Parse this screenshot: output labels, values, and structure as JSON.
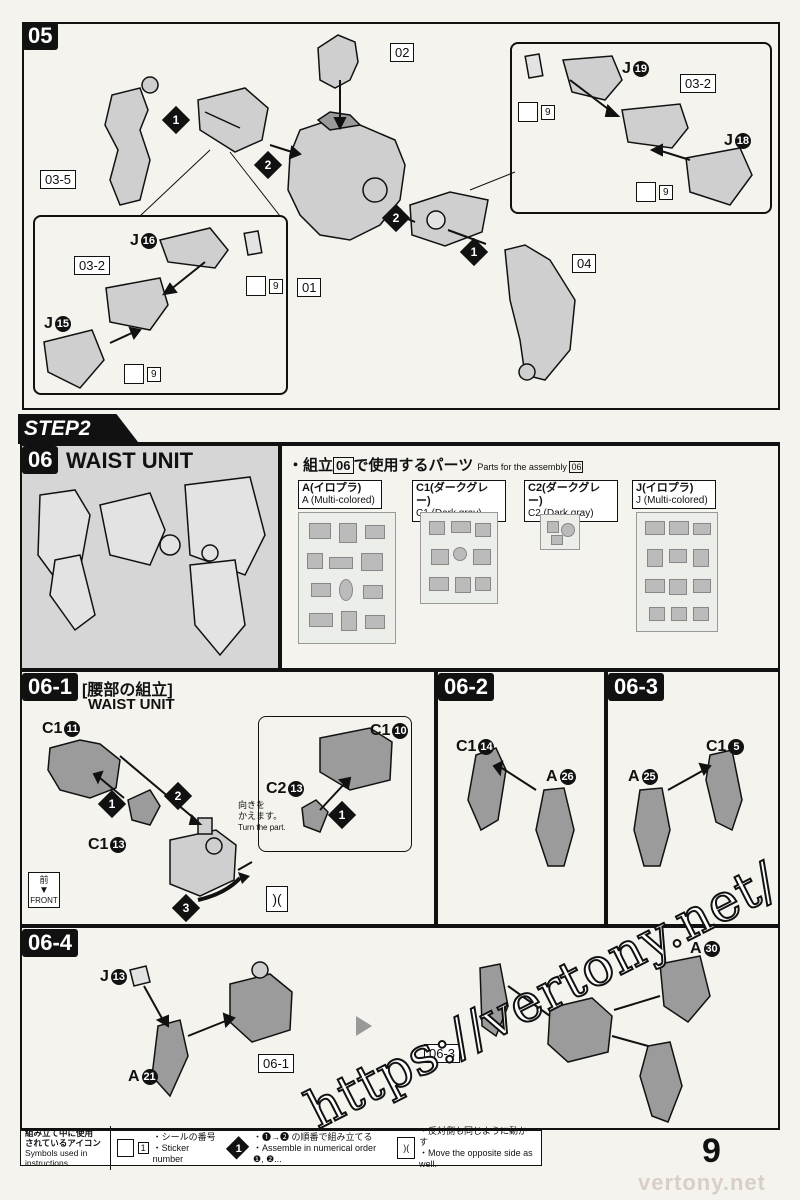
{
  "step05": {
    "number": "05",
    "tags": {
      "p0302_inset": "03-2",
      "p02": "02",
      "p0302_right": "03-2",
      "p035": "03-5",
      "p01": "01",
      "p04": "04",
      "p0302_left": "03-2"
    },
    "labels": {
      "j19": "J",
      "j19n": "19",
      "j18": "J",
      "j18n": "18",
      "j16": "J",
      "j16n": "16",
      "j15": "J",
      "j15n": "15"
    },
    "sticker_num": "9",
    "order": [
      "1",
      "2",
      "1",
      "2"
    ]
  },
  "step2": {
    "banner": "STEP2",
    "unit_number": "06",
    "unit_title": "WAIST UNIT",
    "parts_title_jp": "組立",
    "parts_title_num": "06",
    "parts_title_jp2": "で使用するパーツ",
    "parts_title_en": "Parts for the assembly",
    "parts_title_en_num": "06",
    "runners": [
      {
        "name": "A(イロプラ)",
        "desc": "A (Multi-colored)"
      },
      {
        "name": "C1(ダークグレー)",
        "desc": "C1 (Dark gray)"
      },
      {
        "name": "C2(ダークグレー)",
        "desc": "C2 (Dark gray)"
      },
      {
        "name": "J(イロプラ)",
        "desc": "J (Multi-colored)"
      }
    ]
  },
  "step061": {
    "number": "06-1",
    "title_jp": "[腰部の組立]",
    "title_en": "WAIST UNIT",
    "labels": {
      "c1_11": "C1",
      "n11": "11",
      "c1_13": "C1",
      "n13": "13",
      "c1_10": "C1",
      "n10": "10",
      "c2_13": "C2",
      "n13b": "13"
    },
    "turn_jp": "向きを\nかえます。",
    "turn_en": "Turn the part.",
    "front": "FRONT",
    "front_jp": "前",
    "order": [
      "1",
      "2",
      "1",
      "3"
    ]
  },
  "step062": {
    "number": "06-2",
    "labels": {
      "c1": "C1",
      "n14": "14",
      "a": "A",
      "n26": "26"
    }
  },
  "step063": {
    "number": "06-3",
    "labels": {
      "c1": "C1",
      "n5": "5",
      "a": "A",
      "n25": "25"
    }
  },
  "step064": {
    "number": "06-4",
    "labels": {
      "j": "J",
      "n13": "13",
      "a": "A",
      "n21": "21",
      "a2": "A",
      "n30": "30"
    },
    "ref_tag": "06-1",
    "ref_tag2": "06-3"
  },
  "footer": {
    "legend_jp": "組み立て中に使用\nされているアイコン",
    "legend_en": "Symbols used in instructions",
    "sticker_jp": "・シールの番号",
    "sticker_en": "・Sticker number",
    "sticker_num": "1",
    "order_jp": "・❶→❷ の順番で組み立てる",
    "order_en": "・Assemble in numerical order ❶, ❷...",
    "order_num": "1",
    "mirror_jp": "・反対側も同じように動かす",
    "mirror_en": "・Move the opposite side as well.",
    "page": "9",
    "site": "vertony.net"
  },
  "watermark": "https://vertony.net/"
}
